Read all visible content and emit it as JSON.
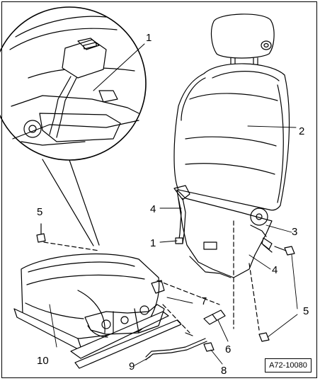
{
  "callouts": [
    {
      "id": "callout-1-top",
      "text": "1"
    },
    {
      "id": "callout-2",
      "text": "2"
    },
    {
      "id": "callout-3",
      "text": "3"
    },
    {
      "id": "callout-4-left",
      "text": "4"
    },
    {
      "id": "callout-1-left",
      "text": "1"
    },
    {
      "id": "callout-4-right",
      "text": "4"
    },
    {
      "id": "callout-5-left",
      "text": "5"
    },
    {
      "id": "callout-7",
      "text": "7"
    },
    {
      "id": "callout-5-right",
      "text": "5"
    },
    {
      "id": "callout-6",
      "text": "6"
    },
    {
      "id": "callout-10",
      "text": "10"
    },
    {
      "id": "callout-9",
      "text": "9"
    },
    {
      "id": "callout-8",
      "text": "8"
    }
  ],
  "reference": "A72-10080"
}
